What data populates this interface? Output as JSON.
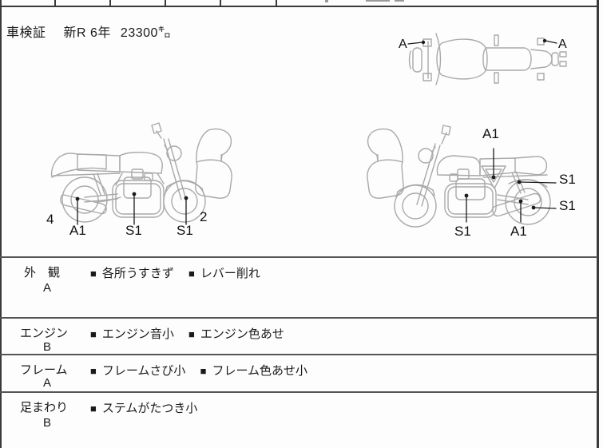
{
  "header": {
    "title": "車検証",
    "registration": "新R 6年",
    "mileage": "23300㌔"
  },
  "ui": {
    "bullet": "■"
  },
  "diagrams": {
    "top_view": {
      "labels": [
        "A",
        "A"
      ]
    },
    "left_view": {
      "labels": [
        "4",
        "A1",
        "S1",
        "S1",
        "2"
      ]
    },
    "right_view": {
      "labels": [
        "A1",
        "S1",
        "S1",
        "S1",
        "A1"
      ]
    }
  },
  "sections": [
    {
      "category": "外　観",
      "grade": "A",
      "notes": [
        "各所うすきず",
        "レバー削れ"
      ]
    },
    {
      "category": "エンジン",
      "grade": "B",
      "notes": [
        "エンジン音小",
        "エンジン色あせ"
      ]
    },
    {
      "category": "フレーム",
      "grade": "A",
      "notes": [
        "フレームさび小",
        "フレーム色あせ小"
      ]
    },
    {
      "category": "足まわり",
      "grade": "B",
      "notes": [
        "ステムがたつき小"
      ]
    }
  ]
}
